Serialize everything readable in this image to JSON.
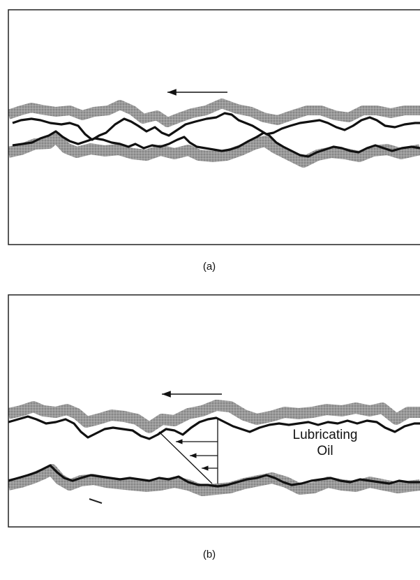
{
  "panel_a": {
    "caption": "(a)"
  },
  "panel_b": {
    "caption": "(b)",
    "label_line1": "Lubricating",
    "label_line2": "Oil"
  },
  "colors": {
    "surface_stroke": "#111111",
    "surface_shading": "#8a8a8a",
    "frame": "#222222",
    "background": "#ffffff"
  }
}
